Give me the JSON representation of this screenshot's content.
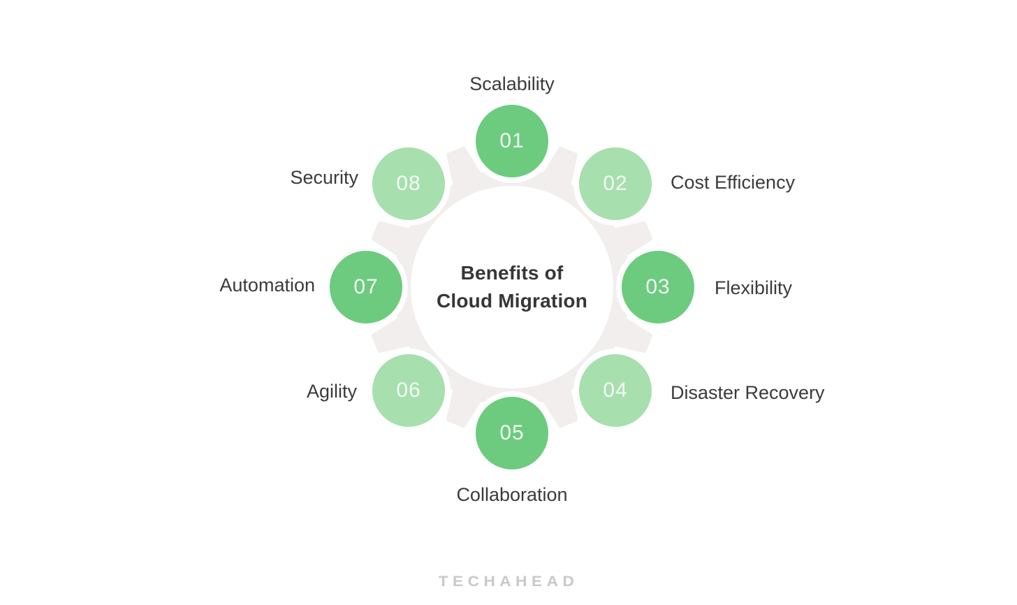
{
  "title": {
    "line1": "Benefits of",
    "line2": "Cloud Migration"
  },
  "nodes": [
    {
      "number": "01",
      "label": "Scalability"
    },
    {
      "number": "02",
      "label": "Cost Efficiency"
    },
    {
      "number": "03",
      "label": "Flexibility"
    },
    {
      "number": "04",
      "label": "Disaster Recovery"
    },
    {
      "number": "05",
      "label": "Collaboration"
    },
    {
      "number": "06",
      "label": "Agility"
    },
    {
      "number": "07",
      "label": "Automation"
    },
    {
      "number": "08",
      "label": "Security"
    }
  ],
  "watermark": "TECHAHEAD",
  "colors": {
    "dark_green": "#6CCB7E",
    "light_green": "#A7DFAE",
    "gear_gray": "#F2EEEE",
    "label_text": "#3B3B3B",
    "title_text": "#363636",
    "number_text": "#F4FBF5",
    "watermark_text": "#C9C9C9",
    "background": "#FFFFFF"
  }
}
